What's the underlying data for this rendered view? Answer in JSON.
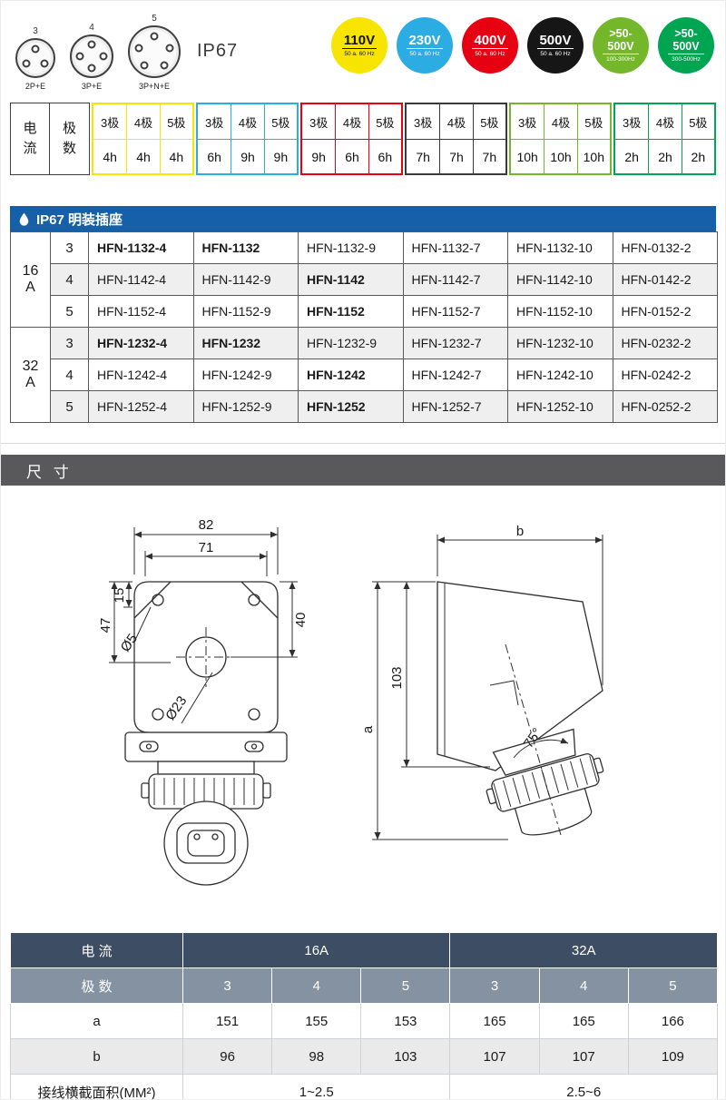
{
  "colors": {
    "accent_blue": "#1660a9",
    "section_bar_gray": "#59595b",
    "spec_header_dark": "#3d4d63",
    "spec_header_gray": "#8592a2"
  },
  "header": {
    "ip_rating": "IP67",
    "connectors": [
      {
        "pin_count": "3",
        "label": "2P+E"
      },
      {
        "pin_count": "4",
        "label": "3P+E"
      },
      {
        "pin_count": "5",
        "label": "3P+N+E"
      }
    ],
    "badges": [
      {
        "voltage": "110V",
        "freq": "50 a. 60 Hz",
        "bg": "#f7e400",
        "fg": "#111111"
      },
      {
        "voltage": "230V",
        "freq": "50 a. 60 Hz",
        "bg": "#2bace2",
        "fg": "#ffffff"
      },
      {
        "voltage": "400V",
        "freq": "50 a. 60 Hz",
        "bg": "#e60012",
        "fg": "#ffffff"
      },
      {
        "voltage": "500V",
        "freq": "50 a. 60 Hz",
        "bg": "#161616",
        "fg": "#ffffff"
      },
      {
        "voltage": ">50-500V",
        "freq": "100-300Hz",
        "bg": "#74b72a",
        "fg": "#ffffff"
      },
      {
        "voltage": ">50-500V",
        "freq": "300-500Hz",
        "bg": "#00a551",
        "fg": "#ffffff"
      }
    ]
  },
  "pole_table": {
    "current_header": "电流",
    "pole_header": "极数",
    "groups": [
      {
        "color": "#f7e400",
        "poles": [
          "3极",
          "4极",
          "5极"
        ],
        "hours": [
          "4h",
          "4h",
          "4h"
        ]
      },
      {
        "color": "#2bace2",
        "poles": [
          "3极",
          "4极",
          "5极"
        ],
        "hours": [
          "6h",
          "9h",
          "9h"
        ]
      },
      {
        "color": "#e60012",
        "poles": [
          "3极",
          "4极",
          "5极"
        ],
        "hours": [
          "9h",
          "6h",
          "6h"
        ]
      },
      {
        "color": "#3a3a3a",
        "poles": [
          "3极",
          "4极",
          "5极"
        ],
        "hours": [
          "7h",
          "7h",
          "7h"
        ]
      },
      {
        "color": "#74b72a",
        "poles": [
          "3极",
          "4极",
          "5极"
        ],
        "hours": [
          "10h",
          "10h",
          "10h"
        ]
      },
      {
        "color": "#00a551",
        "poles": [
          "3极",
          "4极",
          "5极"
        ],
        "hours": [
          "2h",
          "2h",
          "2h"
        ]
      }
    ]
  },
  "product_table": {
    "title": "IP67 明装插座",
    "currents": [
      "16A",
      "32A"
    ],
    "rows": [
      {
        "pole": "3",
        "models": [
          "HFN-1132-4",
          "HFN-1132",
          "HFN-1132-9",
          "HFN-1132-7",
          "HFN-1132-10",
          "HFN-0132-2"
        ]
      },
      {
        "pole": "4",
        "models": [
          "HFN-1142-4",
          "HFN-1142-9",
          "HFN-1142",
          "HFN-1142-7",
          "HFN-1142-10",
          "HFN-0142-2"
        ]
      },
      {
        "pole": "5",
        "models": [
          "HFN-1152-4",
          "HFN-1152-9",
          "HFN-1152",
          "HFN-1152-7",
          "HFN-1152-10",
          "HFN-0152-2"
        ]
      },
      {
        "pole": "3",
        "models": [
          "HFN-1232-4",
          "HFN-1232",
          "HFN-1232-9",
          "HFN-1232-7",
          "HFN-1232-10",
          "HFN-0232-2"
        ]
      },
      {
        "pole": "4",
        "models": [
          "HFN-1242-4",
          "HFN-1242-9",
          "HFN-1242",
          "HFN-1242-7",
          "HFN-1242-10",
          "HFN-0242-2"
        ]
      },
      {
        "pole": "5",
        "models": [
          "HFN-1252-4",
          "HFN-1252-9",
          "HFN-1252",
          "HFN-1252-7",
          "HFN-1252-10",
          "HFN-0252-2"
        ]
      }
    ]
  },
  "dimensions": {
    "title": "尺 寸",
    "front": {
      "width_outer": "82",
      "width_inner": "71",
      "offset_top": "15",
      "offset_left": "47",
      "offset_right": "40",
      "hole_small": "Ø5",
      "hole_large": "Ø23"
    },
    "side": {
      "width": "b",
      "height_body": "103",
      "height_total": "a",
      "angle": "75°"
    }
  },
  "spec_table": {
    "current_label": "电 流",
    "current_16": "16A",
    "current_32": "32A",
    "pole_label": "极 数",
    "poles": [
      "3",
      "4",
      "5",
      "3",
      "4",
      "5"
    ],
    "row_a_label": "a",
    "row_a": [
      "151",
      "155",
      "153",
      "165",
      "165",
      "166"
    ],
    "row_b_label": "b",
    "row_b": [
      "96",
      "98",
      "103",
      "107",
      "107",
      "109"
    ],
    "cross_section_label": "接线横截面积(MM²)",
    "cross_section_16": "1~2.5",
    "cross_section_32": "2.5~6"
  }
}
